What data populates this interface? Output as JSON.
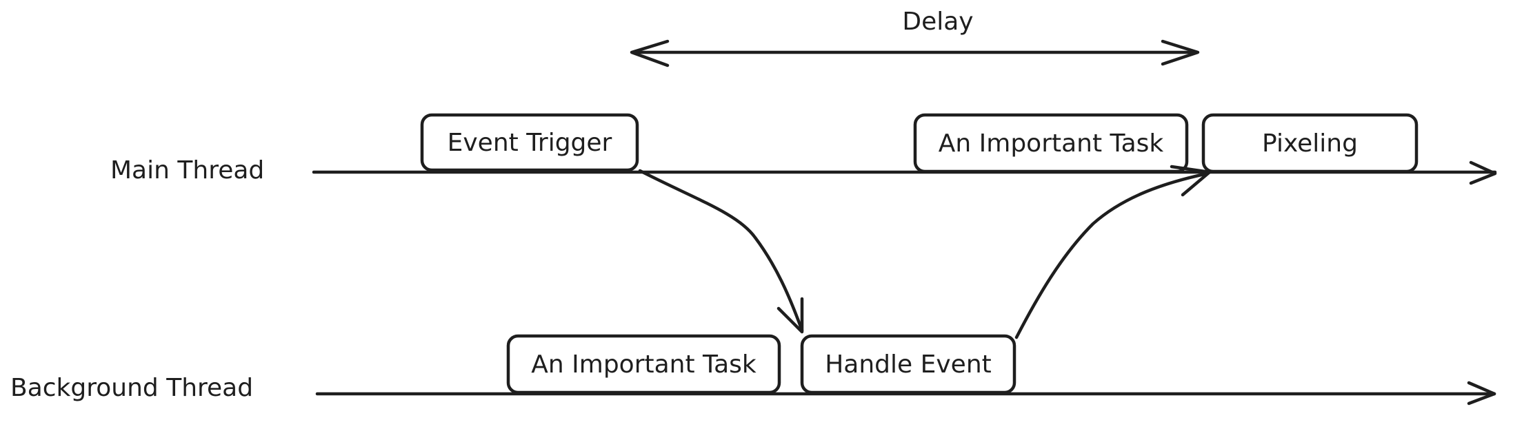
{
  "delay_label": "Delay",
  "threads": {
    "main": "Main Thread",
    "background": "Background Thread"
  },
  "tasks": {
    "event_trigger": "Event Trigger",
    "main_important_task": "An Important Task",
    "pixeling": "Pixeling",
    "background_important_task": "An Important Task",
    "handle_event": "Handle Event"
  },
  "colors": {
    "ink": "#1e1e1e",
    "background": "#ffffff"
  }
}
